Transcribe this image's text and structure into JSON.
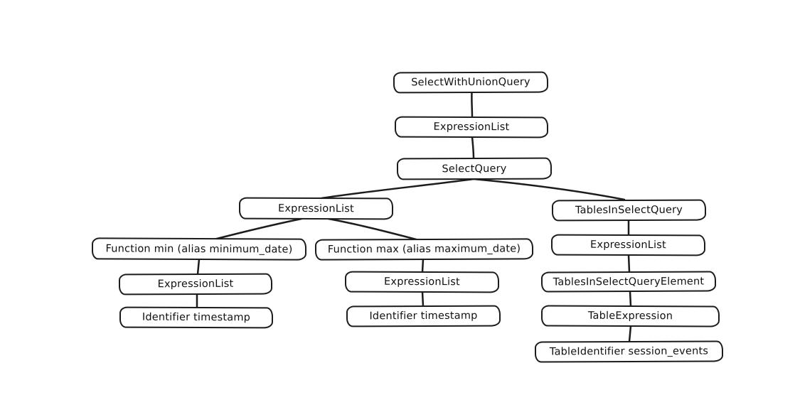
{
  "diagram": {
    "type": "tree",
    "description": "SQL query abstract syntax tree, hand-drawn style",
    "colors": {
      "background": "#ffffff",
      "node_fill": "#ffffff",
      "stroke": "#1c1c1c"
    },
    "nodes": [
      {
        "id": "select-with-union-query",
        "label": "SelectWithUnionQuery"
      },
      {
        "id": "expression-list-top",
        "label": "ExpressionList"
      },
      {
        "id": "select-query",
        "label": "SelectQuery"
      },
      {
        "id": "expression-list-left",
        "label": "ExpressionList"
      },
      {
        "id": "tables-in-select-query",
        "label": "TablesInSelectQuery"
      },
      {
        "id": "function-min",
        "label": "Function min (alias minimum_date)"
      },
      {
        "id": "function-max",
        "label": "Function max (alias maximum_date)"
      },
      {
        "id": "expression-list-right",
        "label": "ExpressionList"
      },
      {
        "id": "expression-list-min",
        "label": "ExpressionList"
      },
      {
        "id": "expression-list-max",
        "label": "ExpressionList"
      },
      {
        "id": "tables-in-select-query-element",
        "label": "TablesInSelectQueryElement"
      },
      {
        "id": "identifier-timestamp-left",
        "label": "Identifier timestamp"
      },
      {
        "id": "identifier-timestamp-mid",
        "label": "Identifier timestamp"
      },
      {
        "id": "table-expression",
        "label": "TableExpression"
      },
      {
        "id": "table-identifier-session-events",
        "label": "TableIdentifier session_events"
      }
    ],
    "edges": [
      {
        "from": "select-with-union-query",
        "to": "expression-list-top"
      },
      {
        "from": "expression-list-top",
        "to": "select-query"
      },
      {
        "from": "select-query",
        "to": "expression-list-left"
      },
      {
        "from": "select-query",
        "to": "tables-in-select-query"
      },
      {
        "from": "expression-list-left",
        "to": "function-min"
      },
      {
        "from": "expression-list-left",
        "to": "function-max"
      },
      {
        "from": "function-min",
        "to": "expression-list-min"
      },
      {
        "from": "expression-list-min",
        "to": "identifier-timestamp-left"
      },
      {
        "from": "function-max",
        "to": "expression-list-max"
      },
      {
        "from": "expression-list-max",
        "to": "identifier-timestamp-mid"
      },
      {
        "from": "tables-in-select-query",
        "to": "expression-list-right"
      },
      {
        "from": "expression-list-right",
        "to": "tables-in-select-query-element"
      },
      {
        "from": "tables-in-select-query-element",
        "to": "table-expression"
      },
      {
        "from": "table-expression",
        "to": "table-identifier-session-events"
      }
    ]
  }
}
